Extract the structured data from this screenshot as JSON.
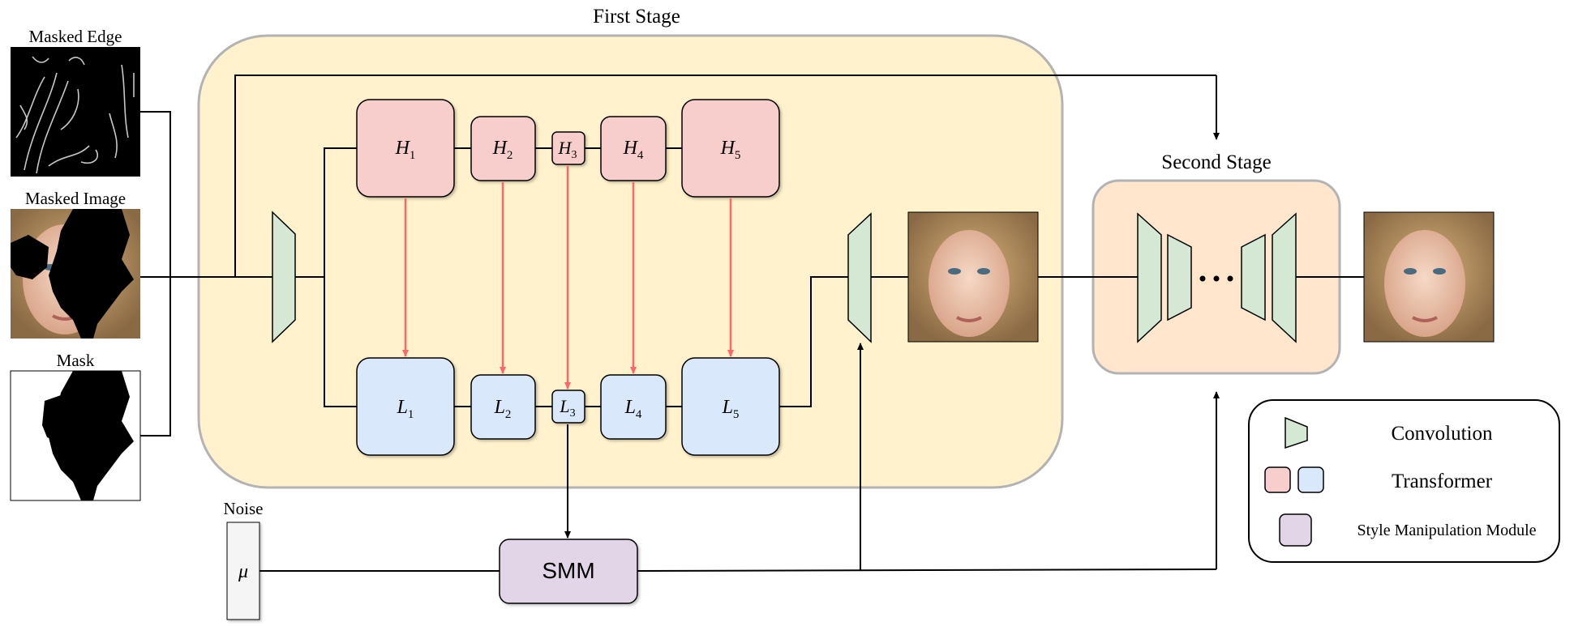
{
  "stages": {
    "first": "First Stage",
    "second": "Second Stage"
  },
  "inputs": {
    "edge_label": "Masked Edge",
    "image_label": "Masked Image",
    "mask_label": "Mask"
  },
  "noise": {
    "label": "Noise",
    "symbol": "μ"
  },
  "blocks": {
    "high": [
      {
        "letter": "H",
        "sub": "1"
      },
      {
        "letter": "H",
        "sub": "2"
      },
      {
        "letter": "H",
        "sub": "3"
      },
      {
        "letter": "H",
        "sub": "4"
      },
      {
        "letter": "H",
        "sub": "5"
      }
    ],
    "low": [
      {
        "letter": "L",
        "sub": "1"
      },
      {
        "letter": "L",
        "sub": "2"
      },
      {
        "letter": "L",
        "sub": "3"
      },
      {
        "letter": "L",
        "sub": "4"
      },
      {
        "letter": "L",
        "sub": "5"
      }
    ]
  },
  "smm": "SMM",
  "legend": {
    "convolution": "Convolution",
    "transformer": "Transformer",
    "smm": "Style Manipulation Module"
  },
  "colors": {
    "first_stage_fill": "#fff2cc",
    "second_stage_fill": "#ffe6cc",
    "stage_border": "#b3b3b3",
    "high_fill": "#f8cecc",
    "low_fill": "#dae8fc",
    "conv_fill": "#d5e8d4",
    "smm_fill": "#e1d5e7",
    "noise_fill": "#f5f5f5",
    "red_arrow": "#ff6666",
    "line": "#000000"
  }
}
